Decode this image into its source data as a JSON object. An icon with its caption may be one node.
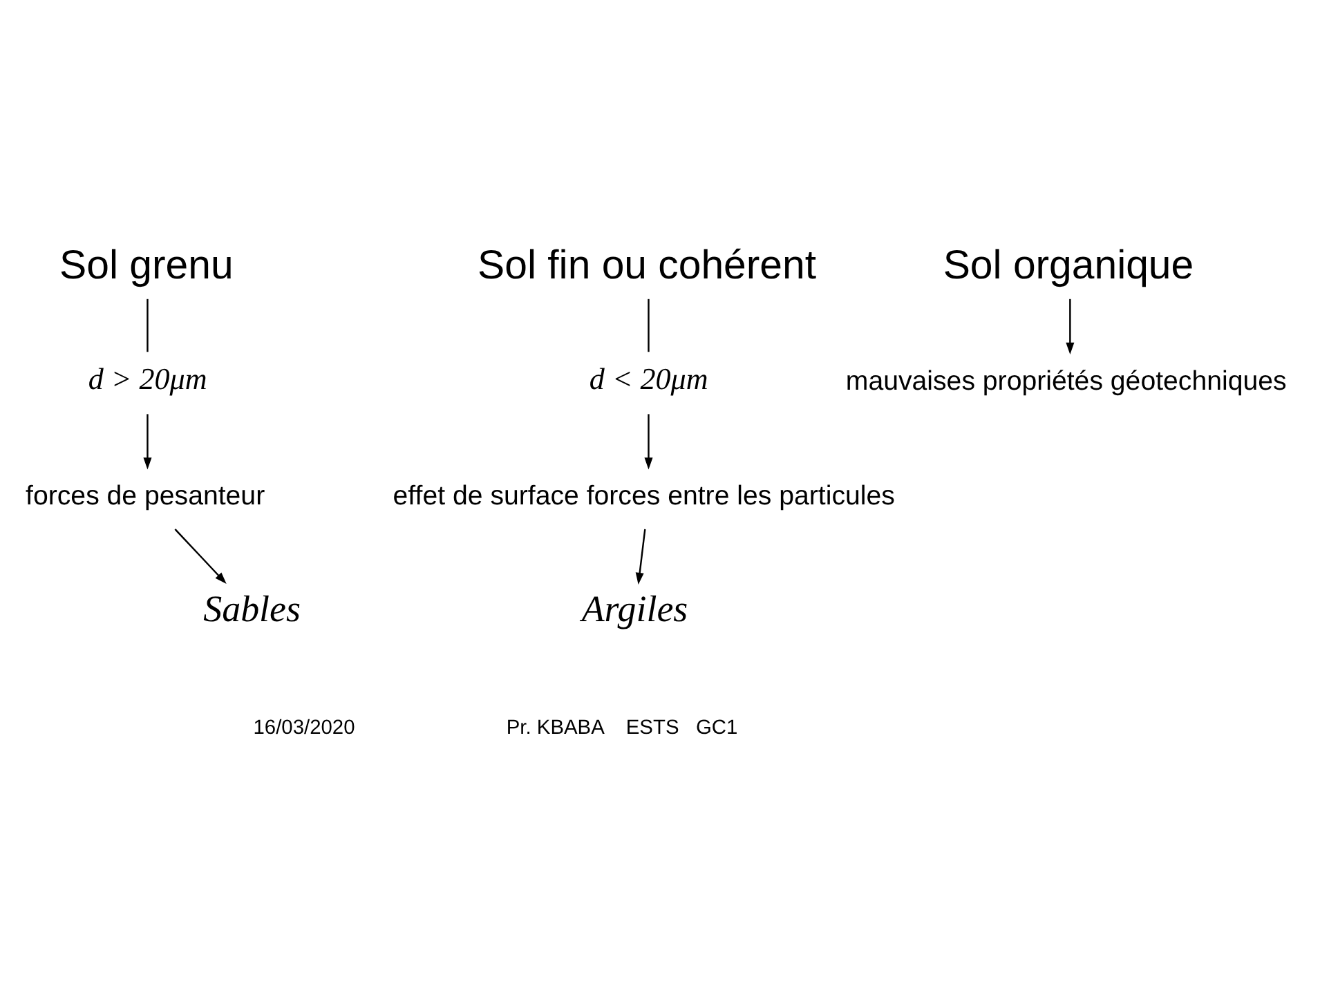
{
  "diagram": {
    "nodes": [
      {
        "text": [
          "Sol grenu"
        ]
      },
      {
        "text": [
          "d > 20μm"
        ]
      },
      {
        "text": [
          "forces de pesanteur"
        ]
      },
      {
        "text": [
          "Sables"
        ]
      },
      {
        "text": [
          "Sol fin ou cohérent"
        ]
      },
      {
        "text": [
          "d < 20μm"
        ]
      },
      {
        "text": [
          "effet de surface forces entre les particules"
        ]
      },
      {
        "text": [
          "Argiles"
        ]
      },
      {
        "text": [
          "Sol organique"
        ]
      },
      {
        "text": [
          "mauvaises propriétés géotechniques"
        ]
      }
    ],
    "edges": [
      {
        "from": 0,
        "to": 1,
        "arrow": "none"
      },
      {
        "from": 1,
        "to": 2,
        "arrow": "to"
      },
      {
        "from": 2,
        "to": 3,
        "arrow": "to"
      },
      {
        "from": 4,
        "to": 5,
        "arrow": "none"
      },
      {
        "from": 5,
        "to": 6,
        "arrow": "to"
      },
      {
        "from": 6,
        "to": 7,
        "arrow": "to"
      },
      {
        "from": 8,
        "to": 9,
        "arrow": "to"
      }
    ],
    "labels": [
      "16/03/2020",
      "Pr. KBABA    ESTS   GC1"
    ]
  }
}
